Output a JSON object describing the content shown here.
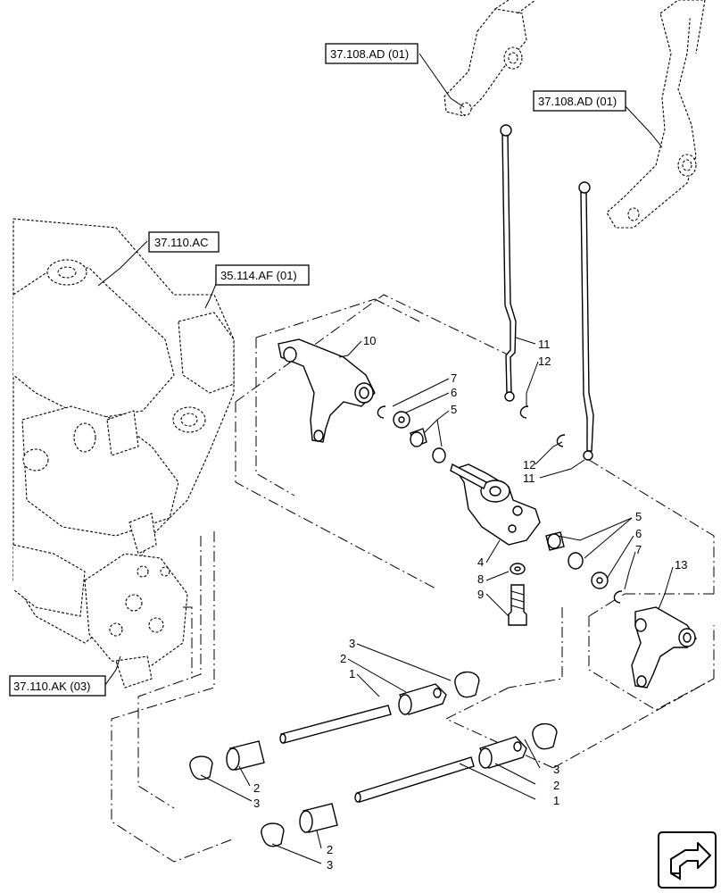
{
  "references": {
    "ref_37_108_ad_left": "37.108.AD (01)",
    "ref_37_108_ad_right": "37.108.AD (01)",
    "ref_37_110_ac": "37.110.AC",
    "ref_35_114_af": "35.114.AF (01)",
    "ref_37_110_ak": "37.110.AK (03)"
  },
  "callouts": {
    "c1_upper": "1",
    "c1_lower": "1",
    "c2_upper": "2",
    "c2_left": "2",
    "c2_bottom": "2",
    "c2_right": "2",
    "c3_upper": "3",
    "c3_left": "3",
    "c3_bottom": "3",
    "c3_right": "3",
    "c4": "4",
    "c5_upper": "5",
    "c5_right": "5",
    "c6_upper": "6",
    "c6_right": "6",
    "c7_upper": "7",
    "c7_right": "7",
    "c8": "8",
    "c9": "9",
    "c10": "10",
    "c11_upper": "11",
    "c11_lower": "11",
    "c12_upper": "12",
    "c12_lower": "12",
    "c13": "13"
  },
  "icons": {
    "nav": "next-page-arrow-icon"
  }
}
